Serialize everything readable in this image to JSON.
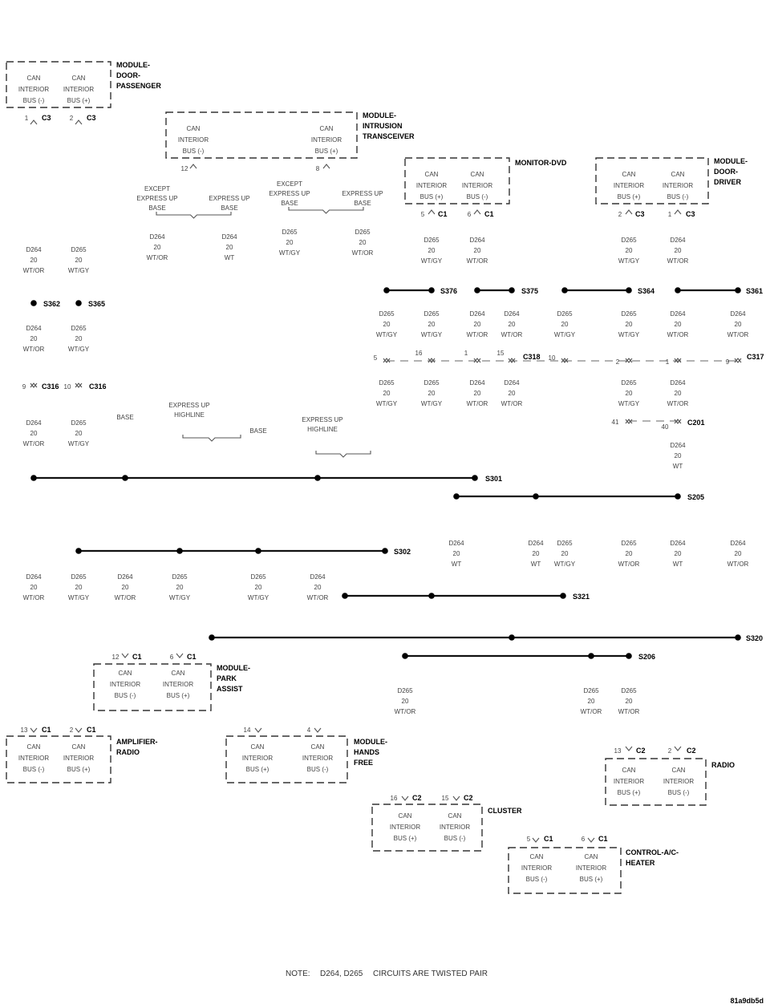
{
  "pin_lines": [
    "CAN",
    "INTERIOR"
  ],
  "bus_minus": "BUS (-)",
  "bus_plus": "BUS (+)",
  "modules": {
    "door_passenger": [
      "MODULE-",
      "DOOR-",
      "PASSENGER"
    ],
    "intrusion": [
      "MODULE-",
      "INTRUSION",
      "TRANSCEIVER"
    ],
    "monitor_dvd": [
      "MONITOR-DVD"
    ],
    "door_driver": [
      "MODULE-",
      "DOOR-",
      "DRIVER"
    ],
    "park_assist": [
      "MODULE-",
      "PARK",
      "ASSIST"
    ],
    "amplifier": [
      "AMPLIFIER-",
      "RADIO"
    ],
    "hands_free": [
      "MODULE-",
      "HANDS",
      "FREE"
    ],
    "radio": [
      "RADIO"
    ],
    "cluster": [
      "CLUSTER"
    ],
    "control_ac": [
      "CONTROL-A/C-",
      "HEATER"
    ]
  },
  "wires": {
    "d264_wtor": [
      "D264",
      "20",
      "WT/OR"
    ],
    "d265_wtgy": [
      "D265",
      "20",
      "WT/GY"
    ],
    "d264_wt": [
      "D264",
      "20",
      "WT"
    ],
    "d265_wtor": [
      "D265",
      "20",
      "WT/OR"
    ]
  },
  "options": {
    "except_base": [
      "EXCEPT",
      "EXPRESS UP",
      "BASE"
    ],
    "express_base": [
      "EXPRESS UP",
      "BASE"
    ],
    "express_highline": [
      "EXPRESS UP",
      "HIGHLINE"
    ],
    "base": "BASE"
  },
  "splices": {
    "s362": "S362",
    "s365": "S365",
    "s376": "S376",
    "s375": "S375",
    "s364": "S364",
    "s361": "S361",
    "s301": "S301",
    "s205": "S205",
    "s302": "S302",
    "s321": "S321",
    "s320": "S320",
    "s206": "S206"
  },
  "connectors": {
    "c1": "C1",
    "c2": "C2",
    "c3": "C3",
    "c316": "C316",
    "c318": "C318",
    "c317": "C317",
    "c201": "C201"
  },
  "pins": {
    "p1": "1",
    "p2": "2",
    "p4": "4",
    "p5": "5",
    "p6": "6",
    "p8": "8",
    "p9": "9",
    "p10": "10",
    "p12": "12",
    "p13": "13",
    "p14": "14",
    "p15": "15",
    "p16": "16",
    "p40": "40",
    "p41": "41"
  },
  "note": {
    "label": "NOTE:",
    "circuits": "D264, D265",
    "text": "CIRCUITS ARE TWISTED PAIR"
  },
  "figure_id": "81a9db5d"
}
